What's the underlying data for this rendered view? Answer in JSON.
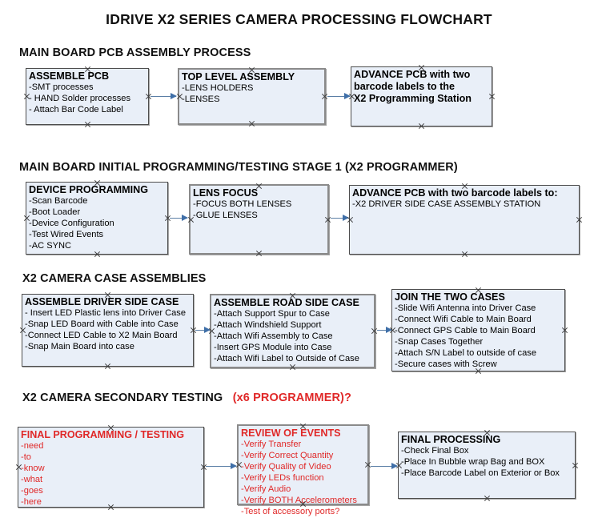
{
  "title": "IDRIVE X2  SERIES CAMERA PROCESSING FLOWCHART",
  "colors": {
    "box_fill": "#e9eff8",
    "box_border": "#4d4d4d",
    "accent_red": "#e02828",
    "arrow_blue": "#3f6fa8"
  },
  "sections": [
    {
      "heading": "MAIN BOARD PCB ASSEMBLY PROCESS",
      "heading_accent": "",
      "boxes": [
        {
          "title": "ASSEMBLE PCB",
          "items": [
            "-SMT processes",
            "- HAND Solder processes",
            "- Attach Bar Code Label"
          ]
        },
        {
          "title": "TOP LEVEL ASSEMBLY",
          "items": [
            "-LENS HOLDERS",
            "-LENSES"
          ]
        },
        {
          "title": "ADVANCE PCB with two",
          "title_line2": "barcode labels to the",
          "title_line3": " X2 Programming Station",
          "items": []
        }
      ]
    },
    {
      "heading": "MAIN BOARD INITIAL PROGRAMMING/TESTING STAGE 1 (X2 PROGRAMMER)",
      "heading_accent": "",
      "boxes": [
        {
          "title": "DEVICE PROGRAMMING",
          "items": [
            "-Scan Barcode",
            "-Boot Loader",
            "-Device Configuration",
            "-Test Wired Events",
            "-AC SYNC"
          ]
        },
        {
          "title": "LENS FOCUS",
          "items": [
            "-FOCUS BOTH LENSES",
            "-GLUE LENSES"
          ]
        },
        {
          "title": "ADVANCE PCB with two barcode labels to:",
          "items": [
            "-X2 DRIVER  SIDE  CASE  ASSEMBLY STATION"
          ]
        }
      ]
    },
    {
      "heading": "X2 CAMERA CASE ASSEMBLIES",
      "heading_accent": "",
      "boxes": [
        {
          "title": "ASSEMBLE DRIVER SIDE CASE",
          "items": [
            "- Insert LED Plastic lens into Driver Case",
            "-Snap LED Board with Cable into Case",
            "-Connect LED Cable to X2 Main Board",
            "-Snap Main Board into case"
          ]
        },
        {
          "title": "ASSEMBLE ROAD SIDE CASE",
          "items": [
            "-Attach Support Spur to Case",
            "-Attach Windshield Support",
            "-Attach Wifi Assembly to Case",
            "-Insert GPS Module into Case",
            "-Attach Wifi Label to Outside of Case"
          ]
        },
        {
          "title": "JOIN THE TWO CASES",
          "items": [
            "-Slide Wifi Antenna into Driver Case",
            "-Connect Wifi Cable to Main Board",
            "-Connect GPS Cable to Main Board",
            "-Snap Cases Together",
            "-Attach S/N Label to outside of case",
            "-Secure cases with Screw"
          ]
        }
      ]
    },
    {
      "heading": "X2 CAMERA SECONDARY TESTING",
      "heading_accent": "(x6 PROGRAMMER)?",
      "boxes": [
        {
          "title": "FINAL PROGRAMMING / TESTING",
          "items": [
            "-need",
            "-to",
            "-know",
            "-what",
            "-goes",
            "-here"
          ]
        },
        {
          "title": "REVIEW OF EVENTS",
          "items": [
            "-Verify Transfer",
            "-Verify Correct Quantity",
            "-Verify Quality of Video",
            "-Verify LEDs function",
            "-Verify Audio",
            "-Verify BOTH Accelerometers",
            "-Test of accessory ports?"
          ]
        },
        {
          "title": "FINAL PROCESSING",
          "items": [
            " -Check Final Box",
            "-Place In Bubble wrap Bag and BOX",
            "-Place Barcode Label on Exterior or Box"
          ]
        }
      ]
    }
  ]
}
